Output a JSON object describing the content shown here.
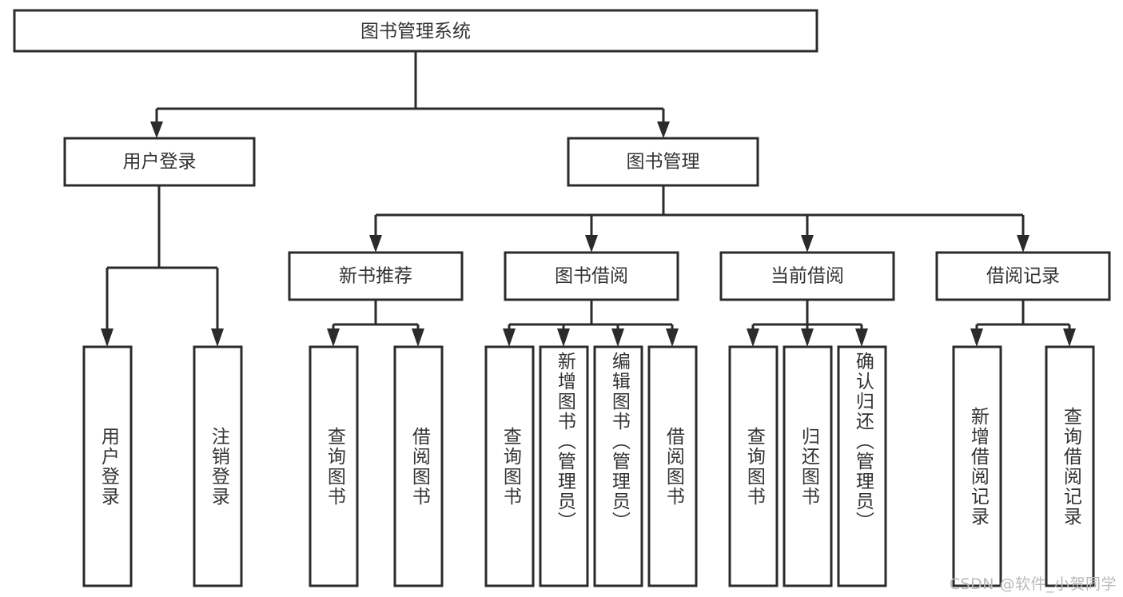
{
  "diagram": {
    "title": "图书管理系统",
    "watermark": "CSDN @软件_小贺同学",
    "stroke_color": "#2b2b2b",
    "text_color": "#333333",
    "background": "#ffffff",
    "root": {
      "label": "图书管理系统"
    },
    "level2": [
      {
        "label": "用户登录"
      },
      {
        "label": "图书管理"
      }
    ],
    "level3": [
      {
        "label": "新书推荐"
      },
      {
        "label": "图书借阅"
      },
      {
        "label": "当前借阅"
      },
      {
        "label": "借阅记录"
      }
    ],
    "leaves": {
      "user_login": [
        {
          "label": "用户登录"
        },
        {
          "label": "注销登录"
        }
      ],
      "new_book_recommend": [
        {
          "label": "查询图书"
        },
        {
          "label": "借阅图书"
        }
      ],
      "book_borrow": [
        {
          "label": "查询图书"
        },
        {
          "label": "新增图书（管理员）"
        },
        {
          "label": "编辑图书（管理员）"
        },
        {
          "label": "借阅图书"
        }
      ],
      "current_borrow": [
        {
          "label": "查询图书"
        },
        {
          "label": "归还图书"
        },
        {
          "label": "确认归还（管理员）"
        }
      ],
      "borrow_record": [
        {
          "label": "新增借阅记录"
        },
        {
          "label": "查询借阅记录"
        }
      ]
    }
  }
}
